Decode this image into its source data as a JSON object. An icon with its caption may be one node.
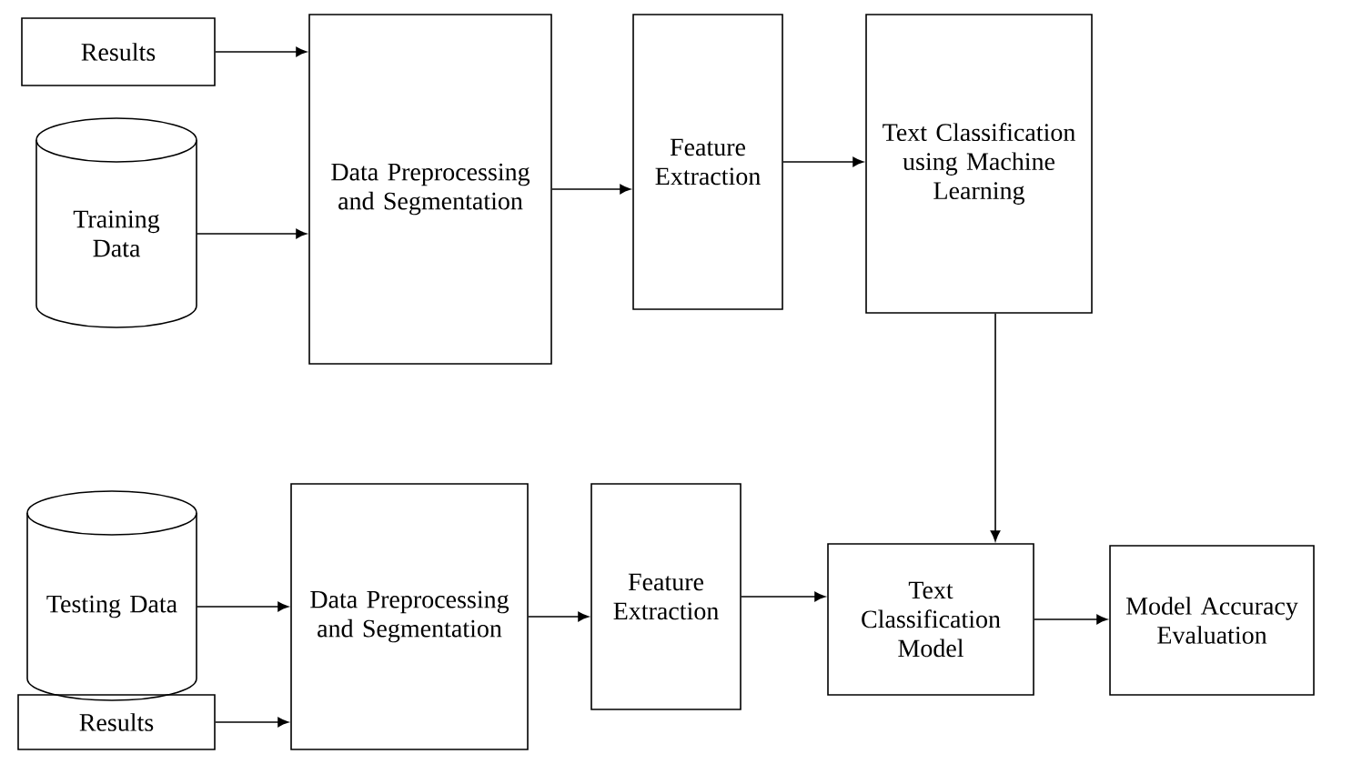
{
  "diagram": {
    "nodes": [
      {
        "text": [
          "Results"
        ]
      },
      {
        "text": [
          "Training Data"
        ]
      },
      {
        "text": [
          "Data Preprocessing and Segmentation"
        ]
      },
      {
        "text": [
          "Feature Extraction"
        ]
      },
      {
        "text": [
          "Text Classification using Machine Learning"
        ]
      },
      {
        "text": [
          "Testing Data"
        ]
      },
      {
        "text": [
          "Results"
        ]
      },
      {
        "text": [
          "Data Preprocessing and Segmentation"
        ]
      },
      {
        "text": [
          "Feature Extraction"
        ]
      },
      {
        "text": [
          "Text Classification Model"
        ]
      },
      {
        "text": [
          "Model Accuracy Evaluation"
        ]
      }
    ],
    "edges": [
      {
        "from": 0,
        "to": 2,
        "arrow": "to"
      },
      {
        "from": 1,
        "to": 2,
        "arrow": "to"
      },
      {
        "from": 2,
        "to": 3,
        "arrow": "to"
      },
      {
        "from": 3,
        "to": 4,
        "arrow": "to"
      },
      {
        "from": 4,
        "to": 9,
        "arrow": "to"
      },
      {
        "from": 5,
        "to": 7,
        "arrow": "to"
      },
      {
        "from": 6,
        "to": 7,
        "arrow": "to"
      },
      {
        "from": 7,
        "to": 8,
        "arrow": "to"
      },
      {
        "from": 8,
        "to": 9,
        "arrow": "to"
      },
      {
        "from": 9,
        "to": 10,
        "arrow": "to"
      }
    ]
  }
}
